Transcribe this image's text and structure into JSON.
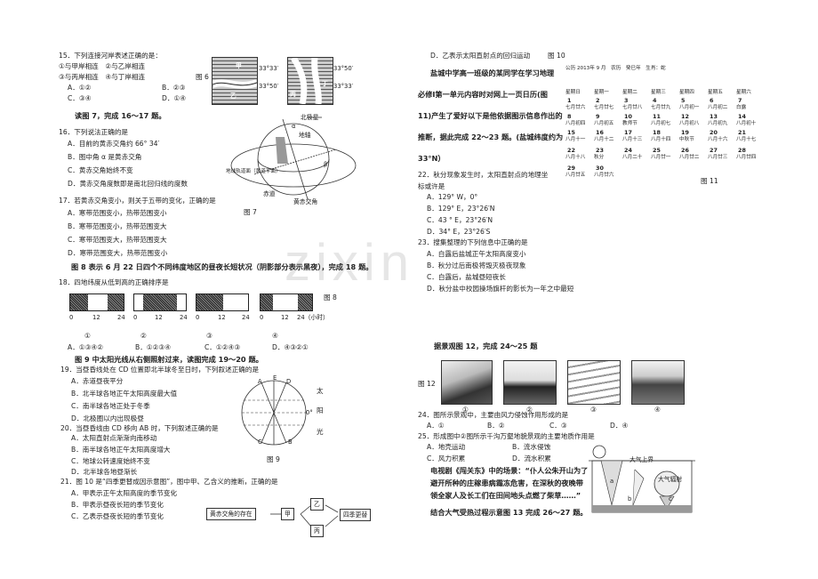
{
  "watermark": "zixin",
  "left": {
    "q15": "15．下列连接河岸表述正确的是：",
    "q15_o1": "①与甲岸相连　②与乙岸相连",
    "q15_o2": "③与丙岸相连　④与丁岸相连",
    "q15_A": "A．①②",
    "q15_B": "B．②③",
    "q15_C": "C．③④",
    "q15_D": "D．①④",
    "fig6_label": "图 6",
    "fig6_lat1": "33°33′",
    "fig6_lat2": "33°50′",
    "fig6_lat3": "33°50′",
    "fig6_lat4": "33°33′",
    "fig6_jia": "甲",
    "fig6_yi": "乙",
    "fig6_bing": "丙",
    "fig6_ding": "丁",
    "read7": "读图 7，完成 16～17 题。",
    "q16": "16．下列说法正确的是",
    "q16_A": "A．目前的黄赤交角约 66° 34′",
    "q16_B": "B．图中角 α 是黄赤交角",
    "q16_C": "C．黄赤交角始终不变",
    "q16_D": "D．黄赤交角度数即是南北回归线的度数",
    "fig7_n": "北极星",
    "fig7_axis": "地轴",
    "fig7_alpha": "α",
    "fig7_beta": "β",
    "fig7_orbit": "地球轨道面（黄道平面）",
    "fig7_eq": "赤道",
    "fig7_ecl": "黄赤交角",
    "q17": "17．若黄赤交角变小，则关于五带的变化，正确的是",
    "fig7_label": "图 7",
    "q17_A": "A．寒带范围变小，热带范围变小",
    "q17_B": "B．寒带范围变小，热带范围变大",
    "q17_C": "C．寒带范围变大，热带范围变大",
    "q17_D": "D．寒带范围变大，热带范围变小",
    "read8": "图 8 表示 6 月 22 日四个不同纬度地区的昼夜长短状况（阴影部分表示黑夜），完成 18 题。",
    "q18": "18．四地纬度从低到高的正确排序是",
    "fig8_label": "图 8",
    "ticks": [
      "0",
      "12",
      "24",
      "0",
      "12",
      "24",
      "0",
      "12",
      "24",
      "0",
      "12",
      "24（小时）"
    ],
    "nums": [
      "①",
      "②",
      "③",
      "④"
    ],
    "q18_A": "A．①③④②",
    "q18_B": "B．①②③④",
    "q18_C": "C．①②④③",
    "q18_D": "D．④③②①",
    "read9": "图 9 中太阳光线从右侧照射过来，读图完成 19～20 题。",
    "q19": "19．当昼昏线处在 CD 位置即北半球冬至日时，下列叙述正确的是",
    "q19_A": "A．赤道昼夜平分",
    "q19_B": "B．北半球各地正午太阳高度最大值",
    "q19_C": "C．南半球各地正处于冬季",
    "q19_D": "D．北极圈以内出现极昼",
    "q20": "20．当昼昏线由 CD 移向 AB 时，下列叙述正确的是",
    "q20_A": "A．太阳直射点渐渐向南移动",
    "q20_B": "B．南半球各地正午太阳高度增大",
    "q20_C": "C．地球公转速度始终不变",
    "q20_D": "D．北半球各地昼渐长",
    "fig9_label": "图 9",
    "fig9_sun1": "太",
    "fig9_sun2": "阳",
    "fig9_sun3": "光",
    "fig9_A": "A",
    "fig9_B": "B",
    "fig9_C": "C",
    "fig9_D": "D",
    "fig9_E": "E",
    "fig9_0": "0°",
    "q21": "21．图 10 是“四季更替成因示意图”，图中甲、乙含义的推断，正确的是",
    "q21_A": "A．甲表示正午太阳高度的季节变化",
    "q21_B": "B．甲表示昼夜长短的季节变化",
    "q21_C": "C．乙表示昼夜长短的季节变化",
    "fig10_a": "黄赤交角的存在",
    "fig10_b": "甲",
    "fig10_c": "乙",
    "fig10_d": "丙",
    "fig10_e": "四季更替"
  },
  "right": {
    "q21_D": "D．乙表示太阳直射点的回归运动",
    "fig10_label": "图 10",
    "p1": "盐城中学高一班级的某同学在学习地理",
    "p2": "必修Ⅰ第一单元内容时对网上一页日历(图",
    "p3": "11)产生了爱好以下是他依据图示信息作出的",
    "p4": "推断，据此完成 22～23 题。(盐城纬度约为",
    "p5": "33°N）",
    "cal_head": "公历 2013年 9 月　农历　癸巳年　生肖：蛇",
    "cal_days": [
      "星期日",
      "星期一",
      "星期二",
      "星期三",
      "星期四",
      "星期五",
      "星期六"
    ],
    "cal_r1": [
      "1",
      "2",
      "3",
      "4",
      "5",
      "6",
      "7"
    ],
    "cal_l1": [
      "七月廿六",
      "七月廿七",
      "七月廿八",
      "七月廿九",
      "八月初一",
      "八月初二",
      "白露"
    ],
    "cal_r2": [
      "8",
      "9",
      "10",
      "11",
      "12",
      "13",
      "14"
    ],
    "cal_l2": [
      "八月初四",
      "八月初五",
      "教师节",
      "八月初七",
      "八月初八",
      "八月初九",
      "八月初十"
    ],
    "cal_r3": [
      "15",
      "16",
      "17",
      "18",
      "19",
      "20",
      "21"
    ],
    "cal_l3": [
      "八月十一",
      "八月十二",
      "八月十三",
      "八月十四",
      "中秋节",
      "八月十六",
      "八月十七"
    ],
    "cal_r4": [
      "22",
      "23",
      "24",
      "25",
      "26",
      "27",
      "28"
    ],
    "cal_l4": [
      "八月十八",
      "秋分",
      "八月二十",
      "八月廿一",
      "八月廿二",
      "八月廿三",
      "八月廿四"
    ],
    "cal_r5": [
      "29",
      "30"
    ],
    "cal_l5": [
      "八月廿五",
      "八月廿六"
    ],
    "fig11_label": "图 11",
    "q22": "22．秋分现象发生时，太阳直射点的地理坐",
    "q22b": "标或许是",
    "q22_A": "A．129° W，0°",
    "q22_B": "B．129° E，23°26′N",
    "q22_C": "C．43 ° E，23°26′N",
    "q22_D": "D．34° E，23°26′S",
    "q23": "23．搜集整理的下列信息中正确的是",
    "q23_A": "A．白露后盐城正午太阳高度变小",
    "q23_B": "B．秋分过后南极将毁灭极夜现象",
    "q23_C": "C．白露后，盐城昼短夜长",
    "q23_D": "D．秋分盐中校园操场旗杆的影长为一年之中最短",
    "read12": "据景观图 12，完成 24～25 题",
    "fig12_label": "图 12",
    "fig12_n": [
      "①",
      "②",
      "③",
      "④"
    ],
    "q24": "24．图所示景观中，主要由风力侵蚀作用形成的是",
    "q24_A": "A．①",
    "q24_B": "B．②",
    "q24_C": "C．③",
    "q24_D": "D．④",
    "q25": "25．形成图中②图所示千沟万壑地貌景观的主要地质作用是",
    "q25_A": "A．地壳运动",
    "q25_B": "B．流水侵蚀",
    "q25_C": "C．风力积累",
    "q25_D": "D．流水积累",
    "m1": "电视剧《闯关东》中的场景：“仆人公朱开山为了",
    "m2": "避开所种的庄稼患病霜冻危害，在深秋的夜晚带",
    "m3": "领全家人及长工们在田间地头点燃了柴草……”",
    "m4": "结合大气受热过程示意图 13 完成 26～27 题。",
    "fig13_top": "大气上界",
    "fig13_a": "a",
    "fig13_b": "b",
    "fig13_c": "c",
    "fig13_d": "大气辐射"
  },
  "colors": {
    "text": "#222222",
    "ink": "#111111",
    "shade": "#333333"
  }
}
